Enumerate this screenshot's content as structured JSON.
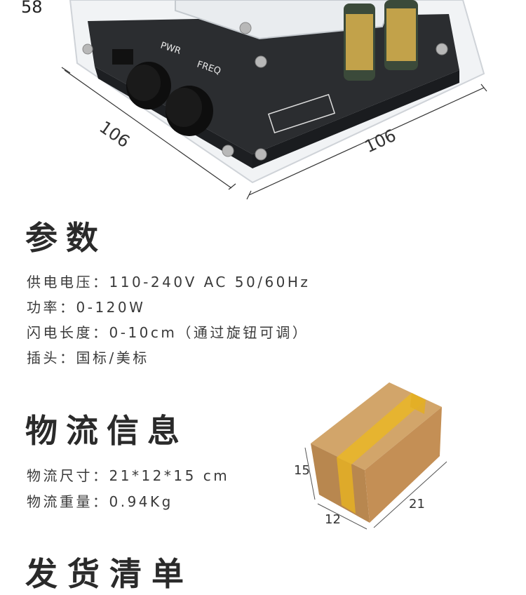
{
  "dimensions": {
    "height": "58",
    "depth": "106",
    "width": "106"
  },
  "board": {
    "knob_pwr_label": "PWR",
    "knob_freq_label": "FREQ"
  },
  "params": {
    "title": "参数",
    "lines": [
      "供电电压：110-240V AC 50/60Hz",
      "功率：0-120W",
      "闪电长度：0-10cm（通过旋钮可调）",
      "插头：国标/美标"
    ]
  },
  "logistics": {
    "title": "物流信息",
    "lines": [
      "物流尺寸：21*12*15 cm",
      "物流重量：0.94Kg"
    ],
    "box": {
      "height": "15",
      "depth": "12",
      "width": "21"
    }
  },
  "next_section": {
    "title": "发货清单"
  },
  "colors": {
    "text": "#333333",
    "tape": "#e8b62a",
    "cardboard": "#c99a60",
    "board": "#2b2d30"
  }
}
